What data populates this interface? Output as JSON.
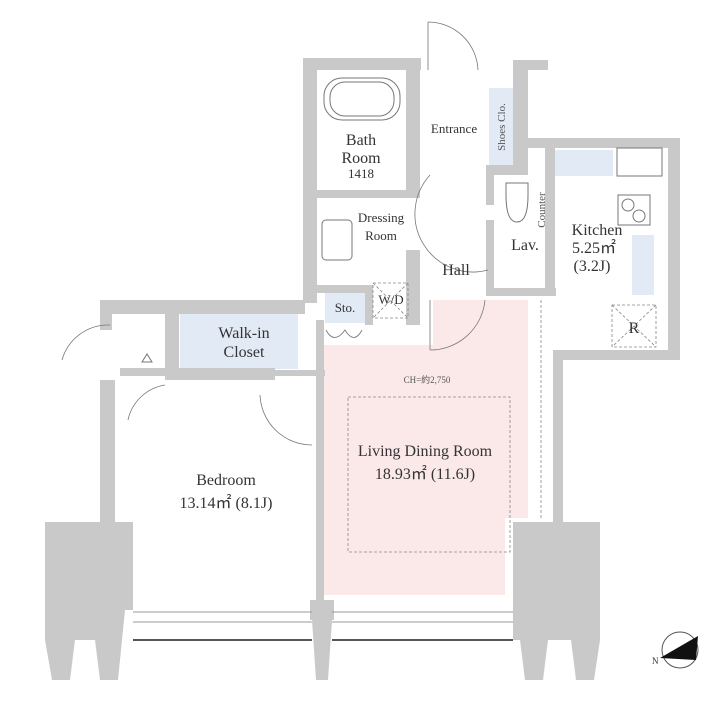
{
  "rooms": {
    "bath": {
      "line1": "Bath",
      "line2": "Room",
      "line3": "1418"
    },
    "entrance": "Entrance",
    "shoes_closet": "Shoes Clo.",
    "dressing": {
      "line1": "Dressing",
      "line2": "Room"
    },
    "counter": "Counter",
    "lavatory": "Lav.",
    "kitchen": {
      "line1": "Kitchen",
      "line2": "5.25㎡",
      "line3": "(3.2J)"
    },
    "hall": "Hall",
    "washer_dryer": "W/D",
    "storage": "Sto.",
    "refrigerator": "R",
    "walk_in_closet": {
      "line1": "Walk-in",
      "line2": "Closet"
    },
    "ceiling_height": "CH=約2,750",
    "living_dining": {
      "line1": "Living Dining Room",
      "line2": "18.93㎡ (11.6J)"
    },
    "bedroom": {
      "line1": "Bedroom",
      "line2": "13.14㎡ (8.1J)"
    }
  },
  "compass": {
    "label": "N"
  },
  "colors": {
    "wall": "#c9c9c9",
    "living_fill": "#fbe9ea",
    "closet_fill": "#e2eaf5"
  }
}
